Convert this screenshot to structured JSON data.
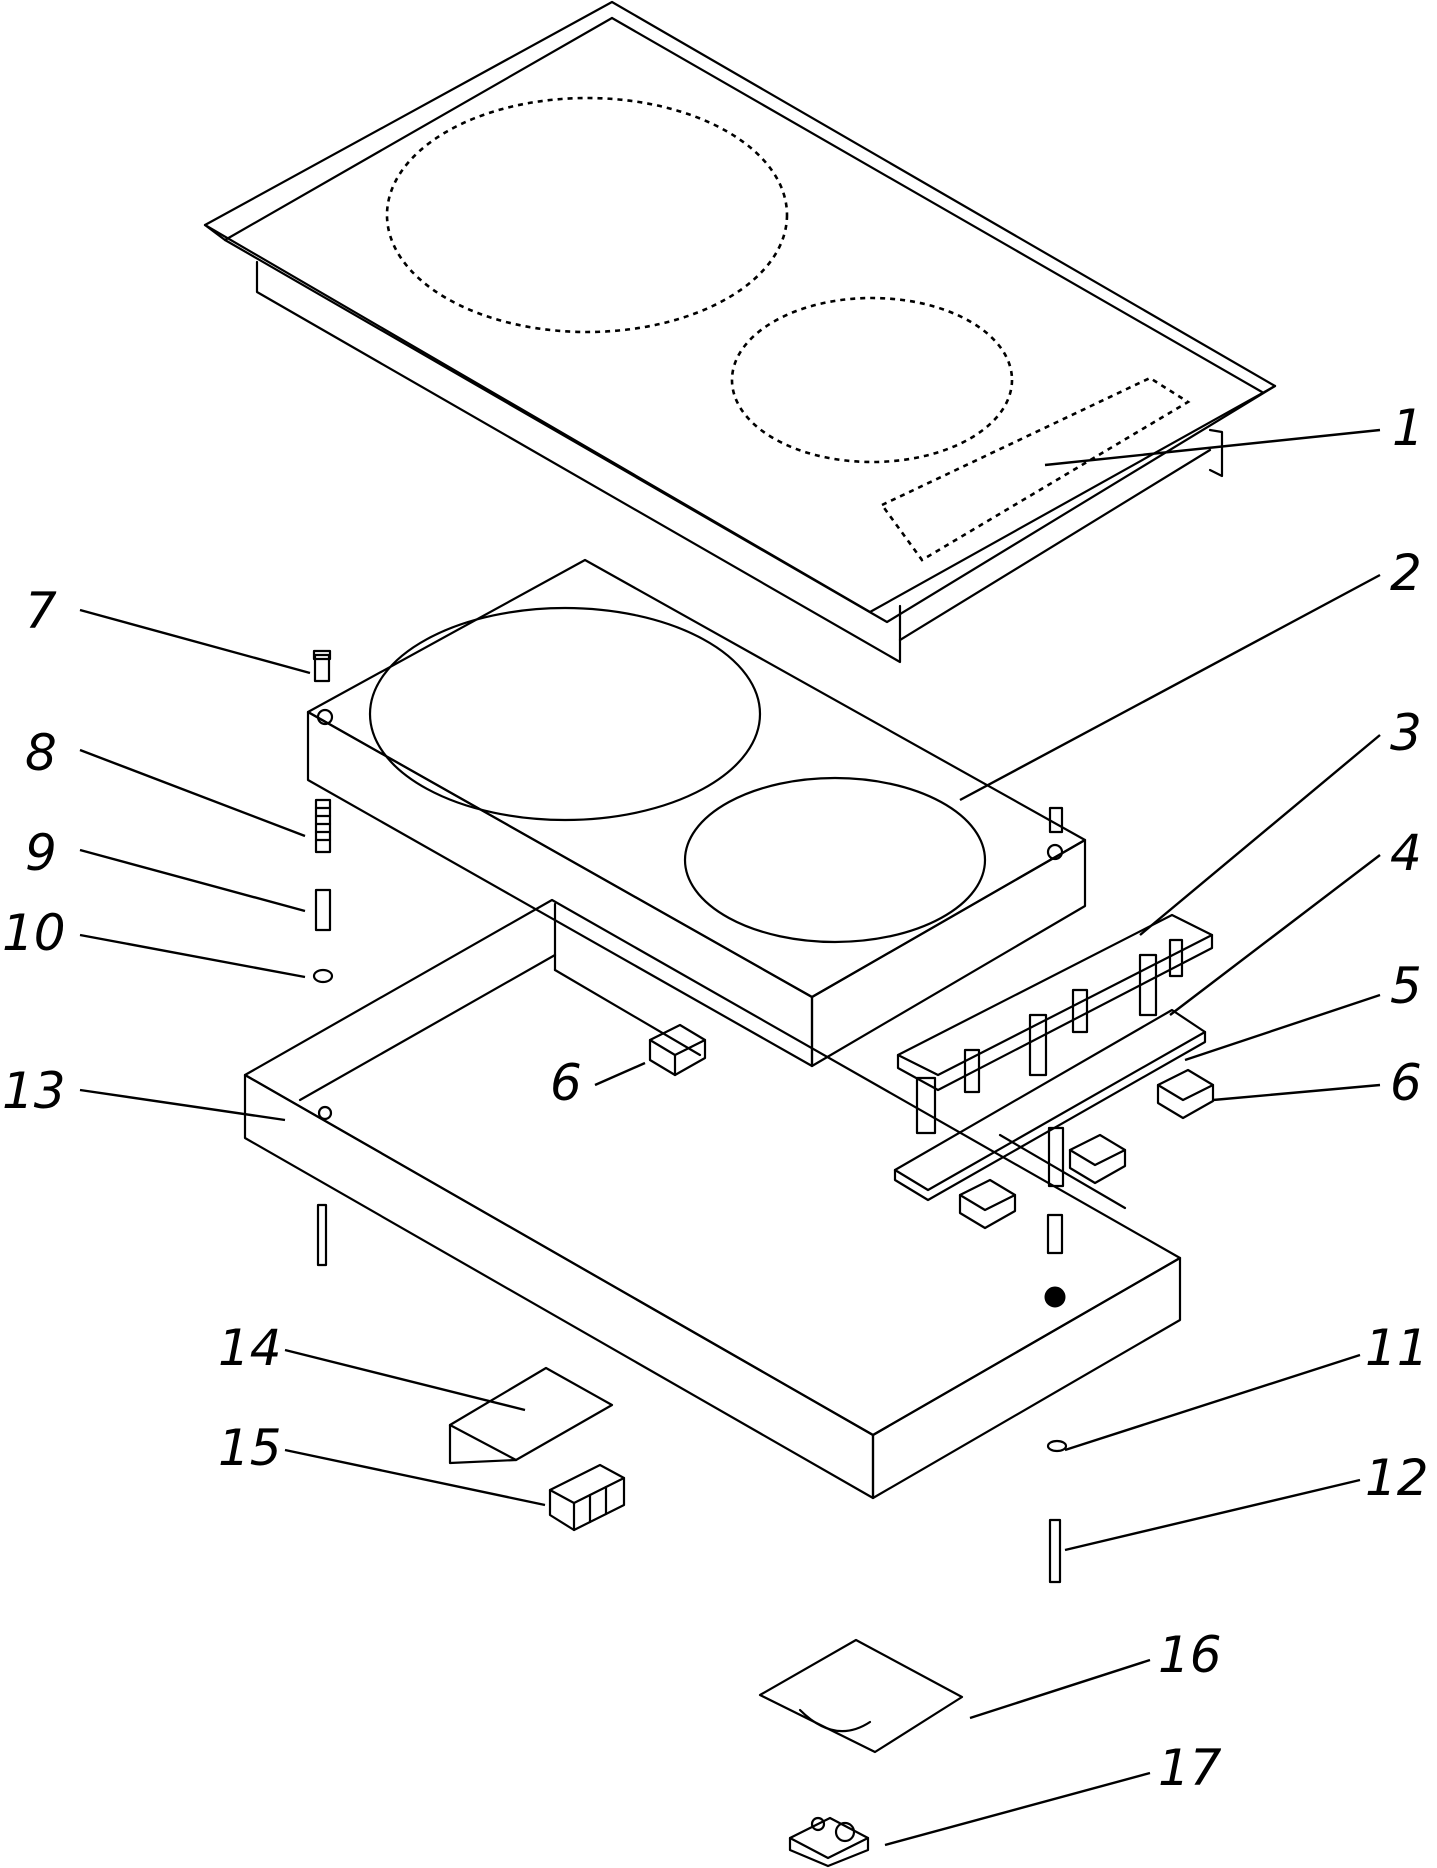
{
  "callouts": {
    "c1": "1",
    "c2": "2",
    "c3": "3",
    "c4": "4",
    "c5": "5",
    "c6a": "6",
    "c6b": "6",
    "c7": "7",
    "c8": "8",
    "c9": "9",
    "c10": "10",
    "c11": "11",
    "c12": "12",
    "c13": "13",
    "c14": "14",
    "c15": "15",
    "c16": "16",
    "c17": "17"
  },
  "colors": {
    "line": "#000000",
    "background": "#ffffff"
  }
}
